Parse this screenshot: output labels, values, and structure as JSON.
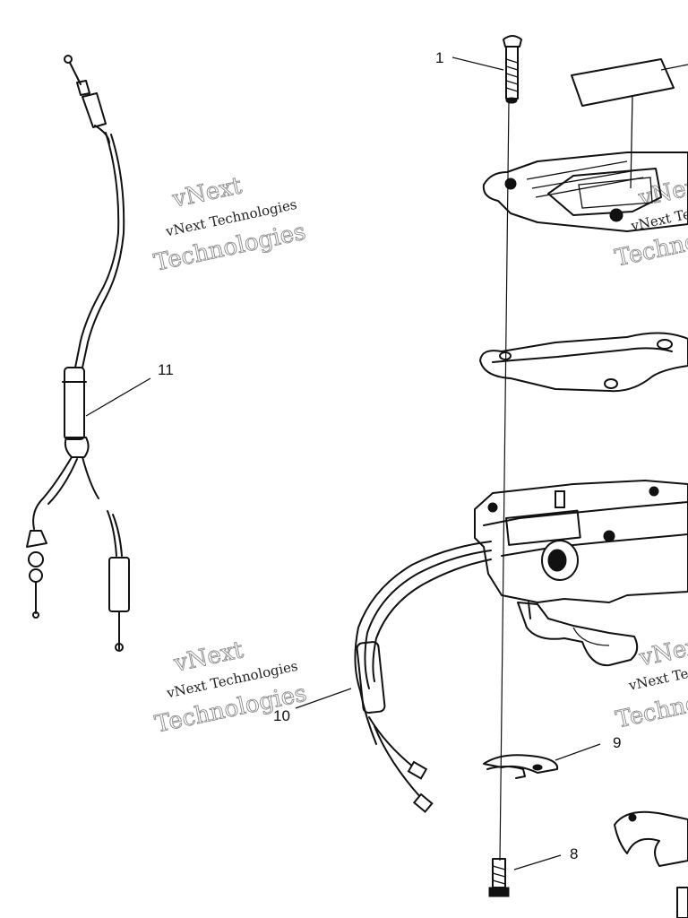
{
  "callouts": {
    "c1": "1",
    "c8": "8",
    "c9": "9",
    "c10": "10",
    "c11": "11"
  },
  "watermark": {
    "line1": "vNext Technologies",
    "line2": "Technologies",
    "line3": "vNext"
  }
}
